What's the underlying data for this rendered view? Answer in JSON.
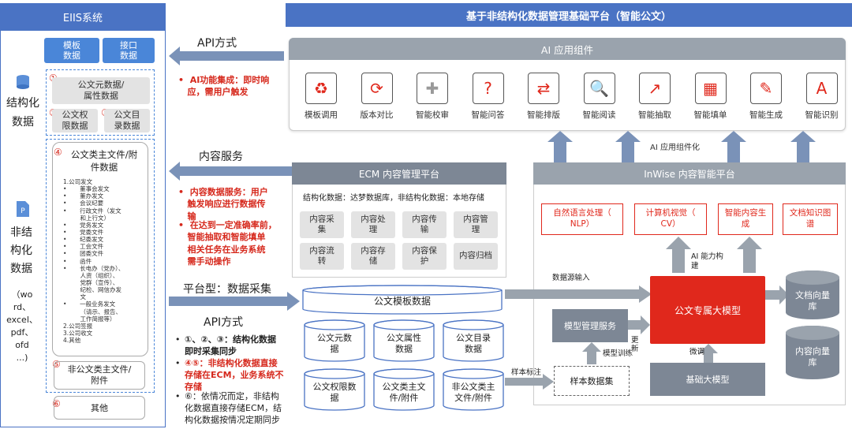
{
  "eiis": {
    "title": "EIIS系统",
    "template_data": "模板\n数据",
    "interface_data": "接口\n数据",
    "structured_label": "结构化\n数据",
    "unstructured_label": "非结\n构化\n数据",
    "unstructured_formats": "（wo\nrd、\nexcel、\npdf、\nofd\n...)",
    "n1": "①",
    "n2": "②",
    "n3": "③",
    "n4": "④",
    "n5": "⑤",
    "n6": "⑥",
    "meta_data": "公文元数据/\n属性数据",
    "perm_data": "公文权\n限数据",
    "catalog_data": "公文目\n录数据",
    "main_file": "公文类主文件/附\n件数据",
    "main_list": "1.公司发文\n•       董事会发文\n•       董办发文\n•       会议纪要\n•       行政文件（发文\n         和上行文）\n•       党务发文\n•       党委文件\n•       纪委发文\n•       工会文件\n•       团委文件\n•       函件\n•       长电办（党办）、\n         人资（组织）、\n         党群（宣传）、\n         纪检、网信办发\n         文\n•       一般业务发文\n         （请示、报告、\n         工作简报等）\n2.公司签报\n3.公司收文\n4.其他",
    "non_main": "非公文类主文件/\n附件",
    "other": "其他"
  },
  "middle": {
    "api1_title": "API方式",
    "api1_text": "•  AI功能集成：即时响\n   应，需用户触发",
    "content_title": "内容服务",
    "content_b1": "•  内容数据服务：用户\n   触发响应进行数据传\n   输",
    "content_b2": "•  在达到一定准确率前，\n   智能抽取和智能填单\n   相关任务在业务系统\n   需手动操作",
    "platform_title": "平台型：数据采集",
    "api2_title": "API方式",
    "api2_b1": "①、②、③：结构化数据\n即时采集同步",
    "api2_b2": "④⑤：非结构化数据直接\n存储在ECM，业务系统不\n存储",
    "api2_b3": "⑥：依情况而定，非结构\n化数据直接存储ECM，结\n构化数据按情况定期同步",
    "bullet": "•"
  },
  "right": {
    "header": "基于非结构化数据管理基础平台（智能公文）",
    "ai_title": "AI 应用组件",
    "ai_items": [
      "模板调用",
      "版本对比",
      "智能校审",
      "智能问答",
      "智能排版",
      "智能阅读",
      "智能抽取",
      "智能填单",
      "智能生成",
      "智能识别"
    ],
    "ai_sub": "AI 应用组件化",
    "ecm_title": "ECM 内容管理平台",
    "ecm_desc": "结构化数据：达梦数据库，非结构化数据：本地存储",
    "ecm_cells": [
      "内容采\n集",
      "内容处\n理",
      "内容传\n输",
      "内容管\n理",
      "内容流\n转",
      "内容存\n储",
      "内容保\n护",
      "内容归档"
    ],
    "inwise_title": "InWise 内容智能平台",
    "inwise_caps": [
      "自然语言处理（\nNLP）",
      "计算机视觉（\nCV）",
      "智能内容生\n成",
      "文档知识图\n谱"
    ],
    "ai_build": "AI 能力构\n建",
    "data_source": "数据源输入",
    "template_db": "公文模板数据",
    "dbs": [
      "公文元数\n据",
      "公文属性\n数据",
      "公文目录\n数据",
      "公文权限数\n据",
      "公文类主文\n件/附件",
      "非公文类主\n文件/附件"
    ],
    "model_mgmt": "模型管理服务",
    "exclusive_model": "公文专属大模型",
    "vector_db": "文档向量\n库",
    "content_vec_db": "内容向量\n库",
    "update": "更\n新",
    "train": "模型训练",
    "finetune": "微调",
    "sample_label": "样本标注",
    "sample_set": "样本数据集",
    "base_model": "基础大模型"
  },
  "colors": {
    "blue": "#4a73c4",
    "light_blue": "#4a86d8",
    "red": "#e0281c",
    "gray": "#9aa3ad",
    "arrow": "#7a92b8"
  }
}
